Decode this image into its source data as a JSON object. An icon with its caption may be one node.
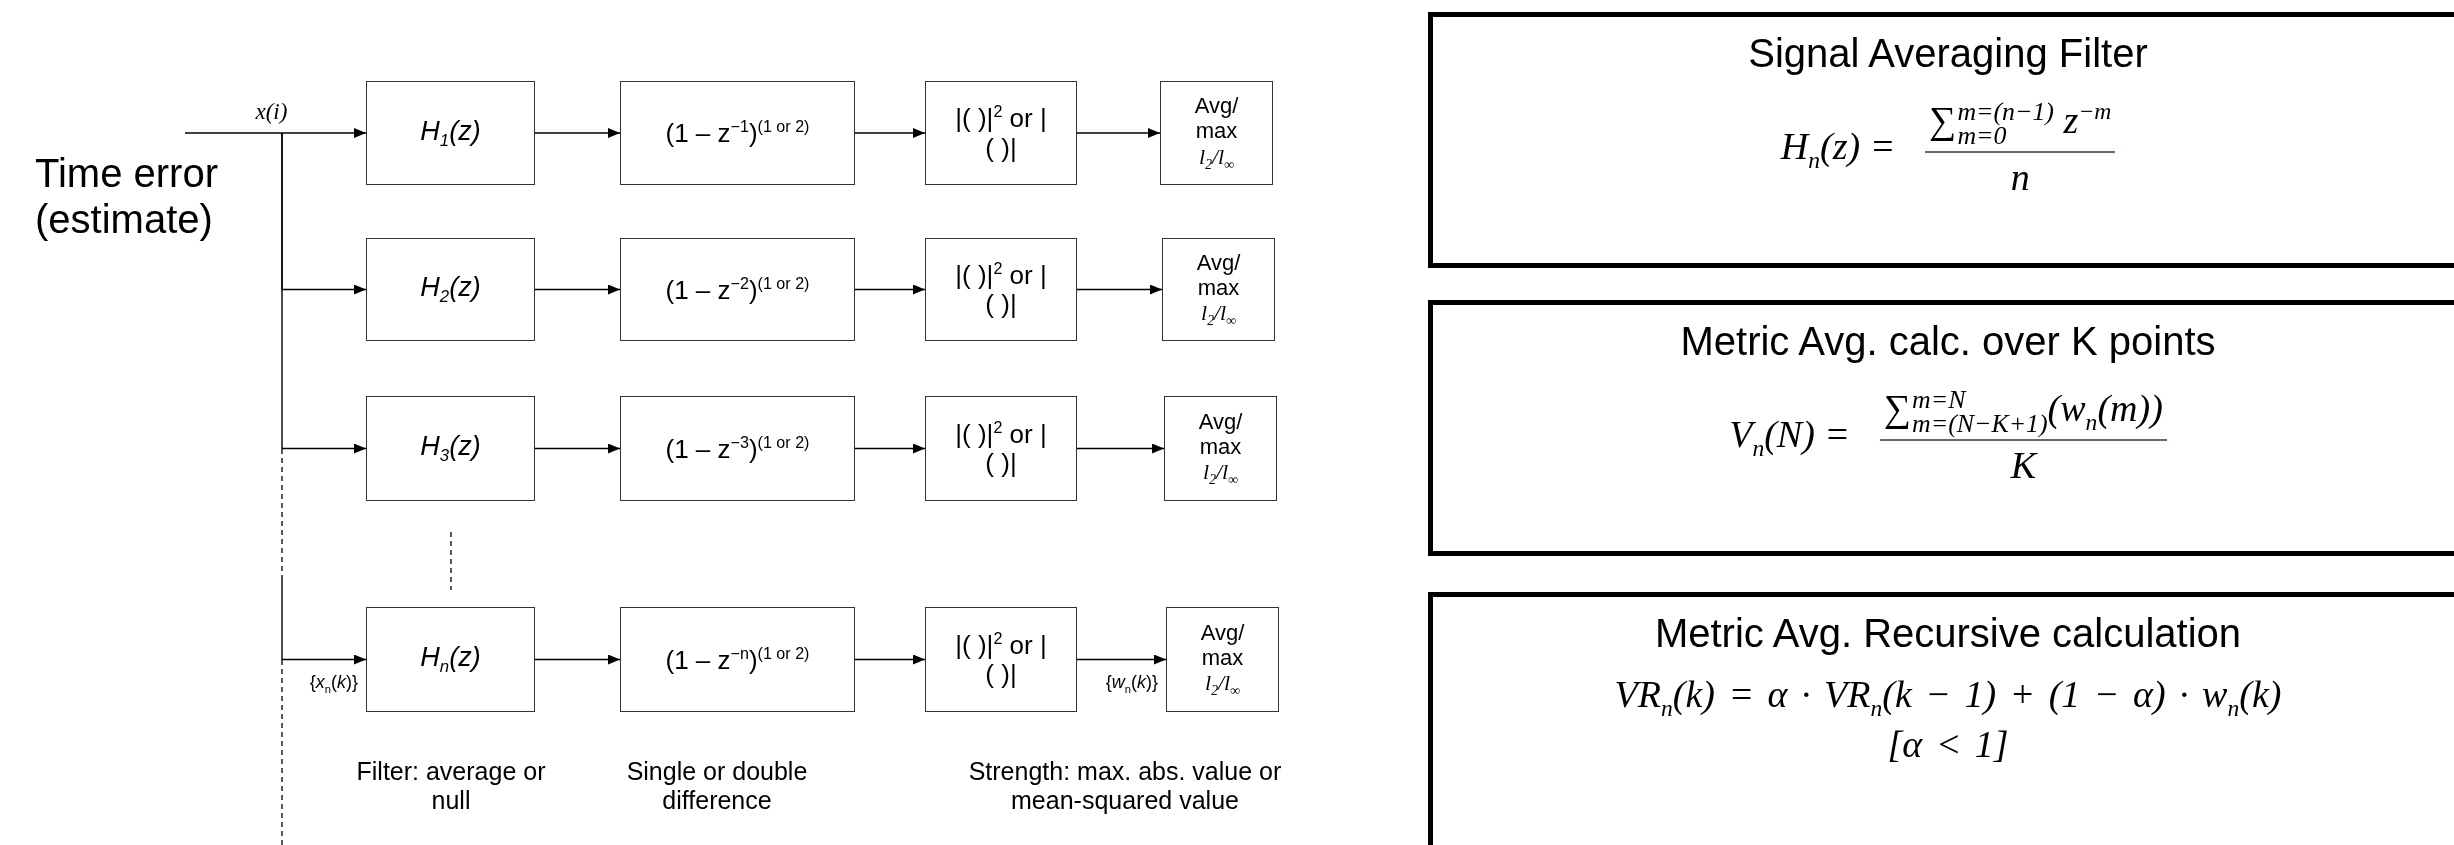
{
  "diagram": {
    "nodes": [
      {
        "text": [
          "H$_{1}$(z)"
        ]
      },
      {
        "text": [
          "(1 – z$^{−1}$)$^{(1 or 2)}$"
        ]
      },
      {
        "text": [
          "|( )|$^{2}$ or |( )|"
        ]
      },
      {
        "text": [
          "Avg/ max",
          "l$_{2}$/l$_{∞}$"
        ]
      },
      {
        "text": [
          "H$_{2}$(z)"
        ]
      },
      {
        "text": [
          "(1 – z$^{−2}$)$^{(1 or 2)}$"
        ]
      },
      {
        "text": [
          "|( )|$^{2}$ or |( )|"
        ]
      },
      {
        "text": [
          "Avg/ max",
          "l$_{2}$/l$_{∞}$"
        ]
      },
      {
        "text": [
          "H$_{3}$(z)"
        ]
      },
      {
        "text": [
          "(1 – z$^{−3}$)$^{(1 or 2)}$"
        ]
      },
      {
        "text": [
          "|( )|$^{2}$ or |( )|"
        ]
      },
      {
        "text": [
          "Avg/ max",
          "l$_{2}$/l$_{∞}$"
        ]
      },
      {
        "text": [
          "H$_{n}$(z)"
        ]
      },
      {
        "text": [
          "(1 – z$^{−n}$)$^{(1 or 2)}$"
        ]
      },
      {
        "text": [
          "|( )|$^{2}$ or |( )|"
        ]
      },
      {
        "text": [
          "Avg/ max",
          "l$_{2}$/l$_{∞}$"
        ]
      },
      {
        "text": [
          "Signal Averaging Filter",
          "H$_{n}$(z) =",
          "∑$_{m=0}$$^{m=(n−1)}$ z$^{−m}$",
          "n"
        ]
      },
      {
        "text": [
          "Metric Avg. calc. over K points",
          "V$_{n}$(N) =",
          "∑$_{m=(N−K+1)}$$^{m=N}$(w$_{n}$(m))",
          "K"
        ]
      },
      {
        "text": [
          "Metric Avg. Recursive calculation",
          "VR$_{n}$(k) = α · VR$_{n}$(k − 1) + (1 − α) · w$_{n}$(k)",
          "[α < 1]"
        ]
      }
    ],
    "edges": [
      {
        "from": null,
        "to": 0,
        "arrow": "to",
        "label": "x(i)"
      },
      {
        "from": 0,
        "to": 1,
        "arrow": "to"
      },
      {
        "from": 1,
        "to": 2,
        "arrow": "to"
      },
      {
        "from": 2,
        "to": 3,
        "arrow": "to"
      },
      {
        "from": null,
        "to": 4,
        "arrow": "to"
      },
      {
        "from": 4,
        "to": 5,
        "arrow": "to"
      },
      {
        "from": 5,
        "to": 6,
        "arrow": "to"
      },
      {
        "from": 6,
        "to": 7,
        "arrow": "to"
      },
      {
        "from": null,
        "to": 8,
        "arrow": "to"
      },
      {
        "from": 8,
        "to": 9,
        "arrow": "to"
      },
      {
        "from": 9,
        "to": 10,
        "arrow": "to"
      },
      {
        "from": 10,
        "to": 11,
        "arrow": "to"
      },
      {
        "from": null,
        "to": 12,
        "arrow": "to",
        "label": "{*x*$_{n}$(*k*)}"
      },
      {
        "from": 12,
        "to": 13,
        "arrow": "to"
      },
      {
        "from": 13,
        "to": 14,
        "arrow": "to"
      },
      {
        "from": 14,
        "to": 15,
        "arrow": "to",
        "label": "{*w*$_{n}$(*k*)}"
      }
    ],
    "labels": [
      "Time error (estimate)",
      "Filter: average or null",
      "Single or double difference",
      "Strength: max. abs. value or mean-squared value"
    ]
  }
}
